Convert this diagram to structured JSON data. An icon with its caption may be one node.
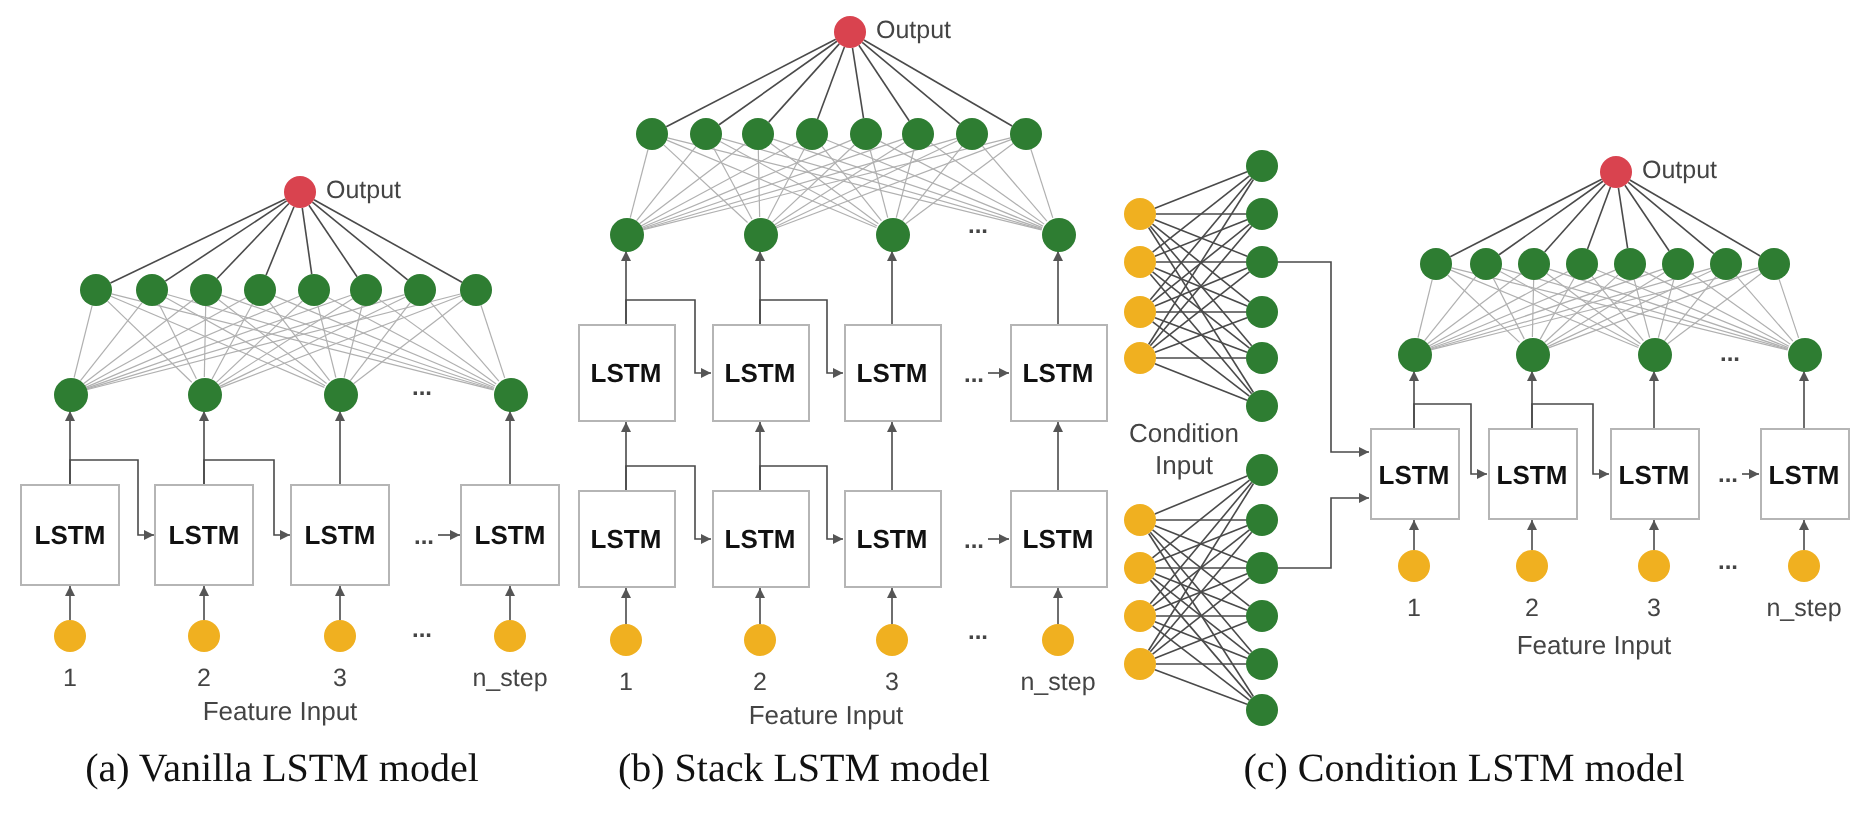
{
  "diagram": {
    "nodes": [
      {
        "text": [],
        "shape": "circle",
        "beside": [
          "Output"
        ]
      },
      {
        "text": [],
        "shape": "circle"
      },
      {
        "text": [],
        "shape": "circle"
      },
      {
        "text": [],
        "shape": "circle"
      },
      {
        "text": [],
        "shape": "circle"
      },
      {
        "text": [],
        "shape": "circle"
      },
      {
        "text": [],
        "shape": "circle"
      },
      {
        "text": [],
        "shape": "circle"
      },
      {
        "text": [],
        "shape": "circle"
      },
      {
        "text": [],
        "shape": "circle"
      },
      {
        "text": [],
        "shape": "circle"
      },
      {
        "text": [],
        "shape": "circle"
      },
      {
        "text": [],
        "shape": "circle"
      },
      {
        "text": [
          "LSTM"
        ]
      },
      {
        "text": [
          "LSTM"
        ]
      },
      {
        "text": [
          "LSTM"
        ]
      },
      {
        "text": [
          "LSTM"
        ]
      },
      {
        "text": [],
        "shape": "circle",
        "beside": [
          "1"
        ]
      },
      {
        "text": [],
        "shape": "circle",
        "beside": [
          "2"
        ]
      },
      {
        "text": [],
        "shape": "circle",
        "beside": [
          "3"
        ]
      },
      {
        "text": [],
        "shape": "circle",
        "beside": [
          "n_step"
        ]
      },
      {
        "text": [],
        "shape": "circle",
        "beside": [
          "Output"
        ]
      },
      {
        "text": [],
        "shape": "circle"
      },
      {
        "text": [],
        "shape": "circle"
      },
      {
        "text": [],
        "shape": "circle"
      },
      {
        "text": [],
        "shape": "circle"
      },
      {
        "text": [],
        "shape": "circle"
      },
      {
        "text": [],
        "shape": "circle"
      },
      {
        "text": [],
        "shape": "circle"
      },
      {
        "text": [],
        "shape": "circle"
      },
      {
        "text": [],
        "shape": "circle"
      },
      {
        "text": [],
        "shape": "circle"
      },
      {
        "text": [],
        "shape": "circle"
      },
      {
        "text": [],
        "shape": "circle"
      },
      {
        "text": [
          "LSTM"
        ]
      },
      {
        "text": [
          "LSTM"
        ]
      },
      {
        "text": [
          "LSTM"
        ]
      },
      {
        "text": [
          "LSTM"
        ]
      },
      {
        "text": [
          "LSTM"
        ]
      },
      {
        "text": [
          "LSTM"
        ]
      },
      {
        "text": [
          "LSTM"
        ]
      },
      {
        "text": [
          "LSTM"
        ]
      },
      {
        "text": [],
        "shape": "circle",
        "beside": [
          "1"
        ]
      },
      {
        "text": [],
        "shape": "circle",
        "beside": [
          "2"
        ]
      },
      {
        "text": [],
        "shape": "circle",
        "beside": [
          "3"
        ]
      },
      {
        "text": [],
        "shape": "circle",
        "beside": [
          "n_step"
        ]
      },
      {
        "text": [],
        "shape": "circle",
        "beside": [
          "Output"
        ]
      },
      {
        "text": [],
        "shape": "circle"
      },
      {
        "text": [],
        "shape": "circle"
      },
      {
        "text": [],
        "shape": "circle"
      },
      {
        "text": [],
        "shape": "circle"
      },
      {
        "text": [],
        "shape": "circle"
      },
      {
        "text": [],
        "shape": "circle"
      },
      {
        "text": [],
        "shape": "circle"
      },
      {
        "text": [],
        "shape": "circle"
      },
      {
        "text": [],
        "shape": "circle"
      },
      {
        "text": [],
        "shape": "circle"
      },
      {
        "text": [],
        "shape": "circle"
      },
      {
        "text": [],
        "shape": "circle"
      },
      {
        "text": [
          "LSTM"
        ]
      },
      {
        "text": [
          "LSTM"
        ]
      },
      {
        "text": [
          "LSTM"
        ]
      },
      {
        "text": [
          "LSTM"
        ]
      },
      {
        "text": [],
        "shape": "circle",
        "beside": [
          "1"
        ]
      },
      {
        "text": [],
        "shape": "circle",
        "beside": [
          "2"
        ]
      },
      {
        "text": [],
        "shape": "circle",
        "beside": [
          "3"
        ]
      },
      {
        "text": [],
        "shape": "circle",
        "beside": [
          "n_step"
        ]
      },
      {
        "text": [],
        "shape": "circle"
      },
      {
        "text": [],
        "shape": "circle"
      },
      {
        "text": [],
        "shape": "circle"
      },
      {
        "text": [],
        "shape": "circle"
      },
      {
        "text": [],
        "shape": "circle"
      },
      {
        "text": [],
        "shape": "circle"
      },
      {
        "text": [],
        "shape": "circle"
      },
      {
        "text": [],
        "shape": "circle"
      },
      {
        "text": [],
        "shape": "circle"
      },
      {
        "text": [],
        "shape": "circle"
      },
      {
        "text": [],
        "shape": "circle"
      },
      {
        "text": [],
        "shape": "circle"
      },
      {
        "text": [],
        "shape": "circle"
      },
      {
        "text": [],
        "shape": "circle"
      },
      {
        "text": [],
        "shape": "circle"
      },
      {
        "text": [],
        "shape": "circle"
      },
      {
        "text": [],
        "shape": "circle"
      },
      {
        "text": [],
        "shape": "circle"
      },
      {
        "text": [],
        "shape": "circle"
      },
      {
        "text": [],
        "shape": "circle"
      },
      {
        "text": [
          "..."
        ]
      },
      {
        "text": [
          "..."
        ]
      },
      {
        "text": [
          "..."
        ]
      },
      {
        "text": [
          "..."
        ]
      }
    ],
    "edges": [
      {
        "from": 17,
        "to": 13,
        "arrow": "to"
      },
      {
        "from": 18,
        "to": 14,
        "arrow": "to"
      },
      {
        "from": 19,
        "to": 15,
        "arrow": "to"
      },
      {
        "from": 20,
        "to": 16,
        "arrow": "to"
      },
      {
        "from": 13,
        "to": 9,
        "arrow": "to"
      },
      {
        "from": 14,
        "to": 10,
        "arrow": "to"
      },
      {
        "from": 15,
        "to": 11,
        "arrow": "to"
      },
      {
        "from": 16,
        "to": 12,
        "arrow": "to"
      },
      {
        "from": 13,
        "to": 14,
        "arrow": "to"
      },
      {
        "from": 14,
        "to": 15,
        "arrow": "to"
      },
      {
        "from": 87,
        "to": 16,
        "arrow": "to"
      },
      {
        "from": 9,
        "to": 1,
        "arrow": "none",
        "color": "#b0b0b0"
      },
      {
        "from": 9,
        "to": 2,
        "arrow": "none",
        "color": "#b0b0b0"
      },
      {
        "from": 9,
        "to": 3,
        "arrow": "none",
        "color": "#b0b0b0"
      },
      {
        "from": 9,
        "to": 4,
        "arrow": "none",
        "color": "#b0b0b0"
      },
      {
        "from": 9,
        "to": 5,
        "arrow": "none",
        "color": "#b0b0b0"
      },
      {
        "from": 9,
        "to": 6,
        "arrow": "none",
        "color": "#b0b0b0"
      },
      {
        "from": 9,
        "to": 7,
        "arrow": "none",
        "color": "#b0b0b0"
      },
      {
        "from": 9,
        "to": 8,
        "arrow": "none",
        "color": "#b0b0b0"
      },
      {
        "from": 10,
        "to": 1,
        "arrow": "none",
        "color": "#b0b0b0"
      },
      {
        "from": 10,
        "to": 2,
        "arrow": "none",
        "color": "#b0b0b0"
      },
      {
        "from": 10,
        "to": 3,
        "arrow": "none",
        "color": "#b0b0b0"
      },
      {
        "from": 10,
        "to": 4,
        "arrow": "none",
        "color": "#b0b0b0"
      },
      {
        "from": 10,
        "to": 5,
        "arrow": "none",
        "color": "#b0b0b0"
      },
      {
        "from": 10,
        "to": 6,
        "arrow": "none",
        "color": "#b0b0b0"
      },
      {
        "from": 10,
        "to": 7,
        "arrow": "none",
        "color": "#b0b0b0"
      },
      {
        "from": 10,
        "to": 8,
        "arrow": "none",
        "color": "#b0b0b0"
      },
      {
        "from": 11,
        "to": 1,
        "arrow": "none",
        "color": "#b0b0b0"
      },
      {
        "from": 11,
        "to": 2,
        "arrow": "none",
        "color": "#b0b0b0"
      },
      {
        "from": 11,
        "to": 3,
        "arrow": "none",
        "color": "#b0b0b0"
      },
      {
        "from": 11,
        "to": 4,
        "arrow": "none",
        "color": "#b0b0b0"
      },
      {
        "from": 11,
        "to": 5,
        "arrow": "none",
        "color": "#b0b0b0"
      },
      {
        "from": 11,
        "to": 6,
        "arrow": "none",
        "color": "#b0b0b0"
      },
      {
        "from": 11,
        "to": 7,
        "arrow": "none",
        "color": "#b0b0b0"
      },
      {
        "from": 11,
        "to": 8,
        "arrow": "none",
        "color": "#b0b0b0"
      },
      {
        "from": 12,
        "to": 1,
        "arrow": "none",
        "color": "#b0b0b0"
      },
      {
        "from": 12,
        "to": 2,
        "arrow": "none",
        "color": "#b0b0b0"
      },
      {
        "from": 12,
        "to": 3,
        "arrow": "none",
        "color": "#b0b0b0"
      },
      {
        "from": 12,
        "to": 4,
        "arrow": "none",
        "color": "#b0b0b0"
      },
      {
        "from": 12,
        "to": 5,
        "arrow": "none",
        "color": "#b0b0b0"
      },
      {
        "from": 12,
        "to": 6,
        "arrow": "none",
        "color": "#b0b0b0"
      },
      {
        "from": 12,
        "to": 7,
        "arrow": "none",
        "color": "#b0b0b0"
      },
      {
        "from": 12,
        "to": 8,
        "arrow": "none",
        "color": "#b0b0b0"
      },
      {
        "from": 1,
        "to": 0,
        "arrow": "none"
      },
      {
        "from": 2,
        "to": 0,
        "arrow": "none"
      },
      {
        "from": 3,
        "to": 0,
        "arrow": "none"
      },
      {
        "from": 4,
        "to": 0,
        "arrow": "none"
      },
      {
        "from": 5,
        "to": 0,
        "arrow": "none"
      },
      {
        "from": 6,
        "to": 0,
        "arrow": "none"
      },
      {
        "from": 7,
        "to": 0,
        "arrow": "none"
      },
      {
        "from": 8,
        "to": 0,
        "arrow": "none"
      },
      {
        "from": 42,
        "to": 38,
        "arrow": "to"
      },
      {
        "from": 43,
        "to": 39,
        "arrow": "to"
      },
      {
        "from": 44,
        "to": 40,
        "arrow": "to"
      },
      {
        "from": 45,
        "to": 41,
        "arrow": "to"
      },
      {
        "from": 38,
        "to": 34,
        "arrow": "to"
      },
      {
        "from": 39,
        "to": 35,
        "arrow": "to"
      },
      {
        "from": 40,
        "to": 36,
        "arrow": "to"
      },
      {
        "from": 41,
        "to": 37,
        "arrow": "to"
      },
      {
        "from": 38,
        "to": 39,
        "arrow": "to"
      },
      {
        "from": 39,
        "to": 40,
        "arrow": "to"
      },
      {
        "from": 89,
        "to": 41,
        "arrow": "to"
      },
      {
        "from": 34,
        "to": 30,
        "arrow": "to"
      },
      {
        "from": 35,
        "to": 31,
        "arrow": "to"
      },
      {
        "from": 36,
        "to": 32,
        "arrow": "to"
      },
      {
        "from": 37,
        "to": 33,
        "arrow": "to"
      },
      {
        "from": 34,
        "to": 35,
        "arrow": "to"
      },
      {
        "from": 35,
        "to": 36,
        "arrow": "to"
      },
      {
        "from": 88,
        "to": 37,
        "arrow": "to"
      },
      {
        "from": 30,
        "to": 22,
        "arrow": "none",
        "color": "#b0b0b0"
      },
      {
        "from": 30,
        "to": 23,
        "arrow": "none",
        "color": "#b0b0b0"
      },
      {
        "from": 30,
        "to": 24,
        "arrow": "none",
        "color": "#b0b0b0"
      },
      {
        "from": 30,
        "to": 25,
        "arrow": "none",
        "color": "#b0b0b0"
      },
      {
        "from": 30,
        "to": 26,
        "arrow": "none",
        "color": "#b0b0b0"
      },
      {
        "from": 30,
        "to": 27,
        "arrow": "none",
        "color": "#b0b0b0"
      },
      {
        "from": 30,
        "to": 28,
        "arrow": "none",
        "color": "#b0b0b0"
      },
      {
        "from": 30,
        "to": 29,
        "arrow": "none",
        "color": "#b0b0b0"
      },
      {
        "from": 31,
        "to": 22,
        "arrow": "none",
        "color": "#b0b0b0"
      },
      {
        "from": 31,
        "to": 23,
        "arrow": "none",
        "color": "#b0b0b0"
      },
      {
        "from": 31,
        "to": 24,
        "arrow": "none",
        "color": "#b0b0b0"
      },
      {
        "from": 31,
        "to": 25,
        "arrow": "none",
        "color": "#b0b0b0"
      },
      {
        "from": 31,
        "to": 26,
        "arrow": "none",
        "color": "#b0b0b0"
      },
      {
        "from": 31,
        "to": 27,
        "arrow": "none",
        "color": "#b0b0b0"
      },
      {
        "from": 31,
        "to": 28,
        "arrow": "none",
        "color": "#b0b0b0"
      },
      {
        "from": 31,
        "to": 29,
        "arrow": "none",
        "color": "#b0b0b0"
      },
      {
        "from": 32,
        "to": 22,
        "arrow": "none",
        "color": "#b0b0b0"
      },
      {
        "from": 32,
        "to": 23,
        "arrow": "none",
        "color": "#b0b0b0"
      },
      {
        "from": 32,
        "to": 24,
        "arrow": "none",
        "color": "#b0b0b0"
      },
      {
        "from": 32,
        "to": 25,
        "arrow": "none",
        "color": "#b0b0b0"
      },
      {
        "from": 32,
        "to": 26,
        "arrow": "none",
        "color": "#b0b0b0"
      },
      {
        "from": 32,
        "to": 27,
        "arrow": "none",
        "color": "#b0b0b0"
      },
      {
        "from": 32,
        "to": 28,
        "arrow": "none",
        "color": "#b0b0b0"
      },
      {
        "from": 32,
        "to": 29,
        "arrow": "none",
        "color": "#b0b0b0"
      },
      {
        "from": 33,
        "to": 22,
        "arrow": "none",
        "color": "#b0b0b0"
      },
      {
        "from": 33,
        "to": 23,
        "arrow": "none",
        "color": "#b0b0b0"
      },
      {
        "from": 33,
        "to": 24,
        "arrow": "none",
        "color": "#b0b0b0"
      },
      {
        "from": 33,
        "to": 25,
        "arrow": "none",
        "color": "#b0b0b0"
      },
      {
        "from": 33,
        "to": 26,
        "arrow": "none",
        "color": "#b0b0b0"
      },
      {
        "from": 33,
        "to": 27,
        "arrow": "none",
        "color": "#b0b0b0"
      },
      {
        "from": 33,
        "to": 28,
        "arrow": "none",
        "color": "#b0b0b0"
      },
      {
        "from": 33,
        "to": 29,
        "arrow": "none",
        "color": "#b0b0b0"
      },
      {
        "from": 22,
        "to": 21,
        "arrow": "none"
      },
      {
        "from": 23,
        "to": 21,
        "arrow": "none"
      },
      {
        "from": 24,
        "to": 21,
        "arrow": "none"
      },
      {
        "from": 25,
        "to": 21,
        "arrow": "none"
      },
      {
        "from": 26,
        "to": 21,
        "arrow": "none"
      },
      {
        "from": 27,
        "to": 21,
        "arrow": "none"
      },
      {
        "from": 28,
        "to": 21,
        "arrow": "none"
      },
      {
        "from": 29,
        "to": 21,
        "arrow": "none"
      },
      {
        "from": 63,
        "to": 59,
        "arrow": "to"
      },
      {
        "from": 64,
        "to": 60,
        "arrow": "to"
      },
      {
        "from": 65,
        "to": 61,
        "arrow": "to"
      },
      {
        "from": 66,
        "to": 62,
        "arrow": "to"
      },
      {
        "from": 59,
        "to": 55,
        "arrow": "to"
      },
      {
        "from": 60,
        "to": 56,
        "arrow": "to"
      },
      {
        "from": 61,
        "to": 57,
        "arrow": "to"
      },
      {
        "from": 62,
        "to": 58,
        "arrow": "to"
      },
      {
        "from": 59,
        "to": 60,
        "arrow": "to"
      },
      {
        "from": 60,
        "to": 61,
        "arrow": "to"
      },
      {
        "from": 90,
        "to": 62,
        "arrow": "to"
      },
      {
        "from": 73,
        "to": 59,
        "arrow": "to"
      },
      {
        "from": 83,
        "to": 59,
        "arrow": "to"
      },
      {
        "from": 55,
        "to": 47,
        "arrow": "none",
        "color": "#b0b0b0"
      },
      {
        "from": 55,
        "to": 48,
        "arrow": "none",
        "color": "#b0b0b0"
      },
      {
        "from": 55,
        "to": 49,
        "arrow": "none",
        "color": "#b0b0b0"
      },
      {
        "from": 55,
        "to": 50,
        "arrow": "none",
        "color": "#b0b0b0"
      },
      {
        "from": 55,
        "to": 51,
        "arrow": "none",
        "color": "#b0b0b0"
      },
      {
        "from": 55,
        "to": 52,
        "arrow": "none",
        "color": "#b0b0b0"
      },
      {
        "from": 55,
        "to": 53,
        "arrow": "none",
        "color": "#b0b0b0"
      },
      {
        "from": 55,
        "to": 54,
        "arrow": "none",
        "color": "#b0b0b0"
      },
      {
        "from": 56,
        "to": 47,
        "arrow": "none",
        "color": "#b0b0b0"
      },
      {
        "from": 56,
        "to": 48,
        "arrow": "none",
        "color": "#b0b0b0"
      },
      {
        "from": 56,
        "to": 49,
        "arrow": "none",
        "color": "#b0b0b0"
      },
      {
        "from": 56,
        "to": 50,
        "arrow": "none",
        "color": "#b0b0b0"
      },
      {
        "from": 56,
        "to": 51,
        "arrow": "none",
        "color": "#b0b0b0"
      },
      {
        "from": 56,
        "to": 52,
        "arrow": "none",
        "color": "#b0b0b0"
      },
      {
        "from": 56,
        "to": 53,
        "arrow": "none",
        "color": "#b0b0b0"
      },
      {
        "from": 56,
        "to": 54,
        "arrow": "none",
        "color": "#b0b0b0"
      },
      {
        "from": 57,
        "to": 47,
        "arrow": "none",
        "color": "#b0b0b0"
      },
      {
        "from": 57,
        "to": 48,
        "arrow": "none",
        "color": "#b0b0b0"
      },
      {
        "from": 57,
        "to": 49,
        "arrow": "none",
        "color": "#b0b0b0"
      },
      {
        "from": 57,
        "to": 50,
        "arrow": "none",
        "color": "#b0b0b0"
      },
      {
        "from": 57,
        "to": 51,
        "arrow": "none",
        "color": "#b0b0b0"
      },
      {
        "from": 57,
        "to": 52,
        "arrow": "none",
        "color": "#b0b0b0"
      },
      {
        "from": 57,
        "to": 53,
        "arrow": "none",
        "color": "#b0b0b0"
      },
      {
        "from": 57,
        "to": 54,
        "arrow": "none",
        "color": "#b0b0b0"
      },
      {
        "from": 58,
        "to": 47,
        "arrow": "none",
        "color": "#b0b0b0"
      },
      {
        "from": 58,
        "to": 48,
        "arrow": "none",
        "color": "#b0b0b0"
      },
      {
        "from": 58,
        "to": 49,
        "arrow": "none",
        "color": "#b0b0b0"
      },
      {
        "from": 58,
        "to": 50,
        "arrow": "none",
        "color": "#b0b0b0"
      },
      {
        "from": 58,
        "to": 51,
        "arrow": "none",
        "color": "#b0b0b0"
      },
      {
        "from": 58,
        "to": 52,
        "arrow": "none",
        "color": "#b0b0b0"
      },
      {
        "from": 58,
        "to": 53,
        "arrow": "none",
        "color": "#b0b0b0"
      },
      {
        "from": 58,
        "to": 54,
        "arrow": "none",
        "color": "#b0b0b0"
      },
      {
        "from": 47,
        "to": 46,
        "arrow": "none"
      },
      {
        "from": 48,
        "to": 46,
        "arrow": "none"
      },
      {
        "from": 49,
        "to": 46,
        "arrow": "none"
      },
      {
        "from": 50,
        "to": 46,
        "arrow": "none"
      },
      {
        "from": 51,
        "to": 46,
        "arrow": "none"
      },
      {
        "from": 52,
        "to": 46,
        "arrow": "none"
      },
      {
        "from": 53,
        "to": 46,
        "arrow": "none"
      },
      {
        "from": 54,
        "to": 46,
        "arrow": "none"
      },
      {
        "from": 67,
        "to": 71,
        "arrow": "none"
      },
      {
        "from": 67,
        "to": 72,
        "arrow": "none"
      },
      {
        "from": 67,
        "to": 73,
        "arrow": "none"
      },
      {
        "from": 67,
        "to": 74,
        "arrow": "none"
      },
      {
        "from": 67,
        "to": 75,
        "arrow": "none"
      },
      {
        "from": 67,
        "to": 76,
        "arrow": "none"
      },
      {
        "from": 68,
        "to": 71,
        "arrow": "none"
      },
      {
        "from": 68,
        "to": 72,
        "arrow": "none"
      },
      {
        "from": 68,
        "to": 73,
        "arrow": "none"
      },
      {
        "from": 68,
        "to": 74,
        "arrow": "none"
      },
      {
        "from": 68,
        "to": 75,
        "arrow": "none"
      },
      {
        "from": 68,
        "to": 76,
        "arrow": "none"
      },
      {
        "from": 69,
        "to": 71,
        "arrow": "none"
      },
      {
        "from": 69,
        "to": 72,
        "arrow": "none"
      },
      {
        "from": 69,
        "to": 73,
        "arrow": "none"
      },
      {
        "from": 69,
        "to": 74,
        "arrow": "none"
      },
      {
        "from": 69,
        "to": 75,
        "arrow": "none"
      },
      {
        "from": 69,
        "to": 76,
        "arrow": "none"
      },
      {
        "from": 70,
        "to": 71,
        "arrow": "none"
      },
      {
        "from": 70,
        "to": 72,
        "arrow": "none"
      },
      {
        "from": 70,
        "to": 73,
        "arrow": "none"
      },
      {
        "from": 70,
        "to": 74,
        "arrow": "none"
      },
      {
        "from": 70,
        "to": 75,
        "arrow": "none"
      },
      {
        "from": 70,
        "to": 76,
        "arrow": "none"
      },
      {
        "from": 77,
        "to": 81,
        "arrow": "none"
      },
      {
        "from": 77,
        "to": 82,
        "arrow": "none"
      },
      {
        "from": 77,
        "to": 83,
        "arrow": "none"
      },
      {
        "from": 77,
        "to": 84,
        "arrow": "none"
      },
      {
        "from": 77,
        "to": 85,
        "arrow": "none"
      },
      {
        "from": 77,
        "to": 86,
        "arrow": "none"
      },
      {
        "from": 78,
        "to": 81,
        "arrow": "none"
      },
      {
        "from": 78,
        "to": 82,
        "arrow": "none"
      },
      {
        "from": 78,
        "to": 83,
        "arrow": "none"
      },
      {
        "from": 78,
        "to": 84,
        "arrow": "none"
      },
      {
        "from": 78,
        "to": 85,
        "arrow": "none"
      },
      {
        "from": 78,
        "to": 86,
        "arrow": "none"
      },
      {
        "from": 79,
        "to": 81,
        "arrow": "none"
      },
      {
        "from": 79,
        "to": 82,
        "arrow": "none"
      },
      {
        "from": 79,
        "to": 83,
        "arrow": "none"
      },
      {
        "from": 79,
        "to": 84,
        "arrow": "none"
      },
      {
        "from": 79,
        "to": 85,
        "arrow": "none"
      },
      {
        "from": 79,
        "to": 86,
        "arrow": "none"
      },
      {
        "from": 80,
        "to": 81,
        "arrow": "none"
      },
      {
        "from": 80,
        "to": 82,
        "arrow": "none"
      },
      {
        "from": 80,
        "to": 83,
        "arrow": "none"
      },
      {
        "from": 80,
        "to": 84,
        "arrow": "none"
      },
      {
        "from": 80,
        "to": 85,
        "arrow": "none"
      },
      {
        "from": 80,
        "to": 86,
        "arrow": "none"
      }
    ],
    "labels": [
      "...",
      "...",
      "Feature Input",
      "...",
      "...",
      "Feature Input",
      "Condition Input",
      "...",
      "...",
      "Feature Input",
      "(a) Vanilla LSTM model",
      "(b) Stack LSTM model",
      "(c) Condition LSTM model"
    ]
  }
}
